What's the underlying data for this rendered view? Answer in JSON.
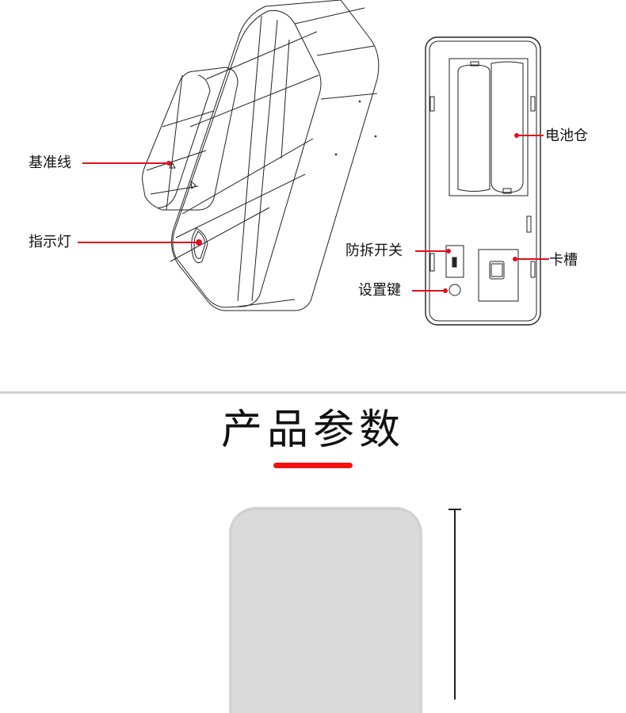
{
  "diagram": {
    "left_view": {
      "callouts": [
        {
          "id": "baseline",
          "label": "基准线"
        },
        {
          "id": "indicator",
          "label": "指示灯"
        }
      ]
    },
    "right_view": {
      "callouts": [
        {
          "id": "battery",
          "label": "电池仓"
        },
        {
          "id": "tamper",
          "label": "防拆开关"
        },
        {
          "id": "card-slot",
          "label": "卡槽"
        },
        {
          "id": "setup-key",
          "label": "设置键"
        }
      ]
    },
    "callout_color": "#e01020"
  },
  "section": {
    "title": "产品参数",
    "underline_color": "#f51010",
    "divider_color": "#d2d2d2"
  },
  "product_image": {
    "fill_color": "#dadada"
  }
}
